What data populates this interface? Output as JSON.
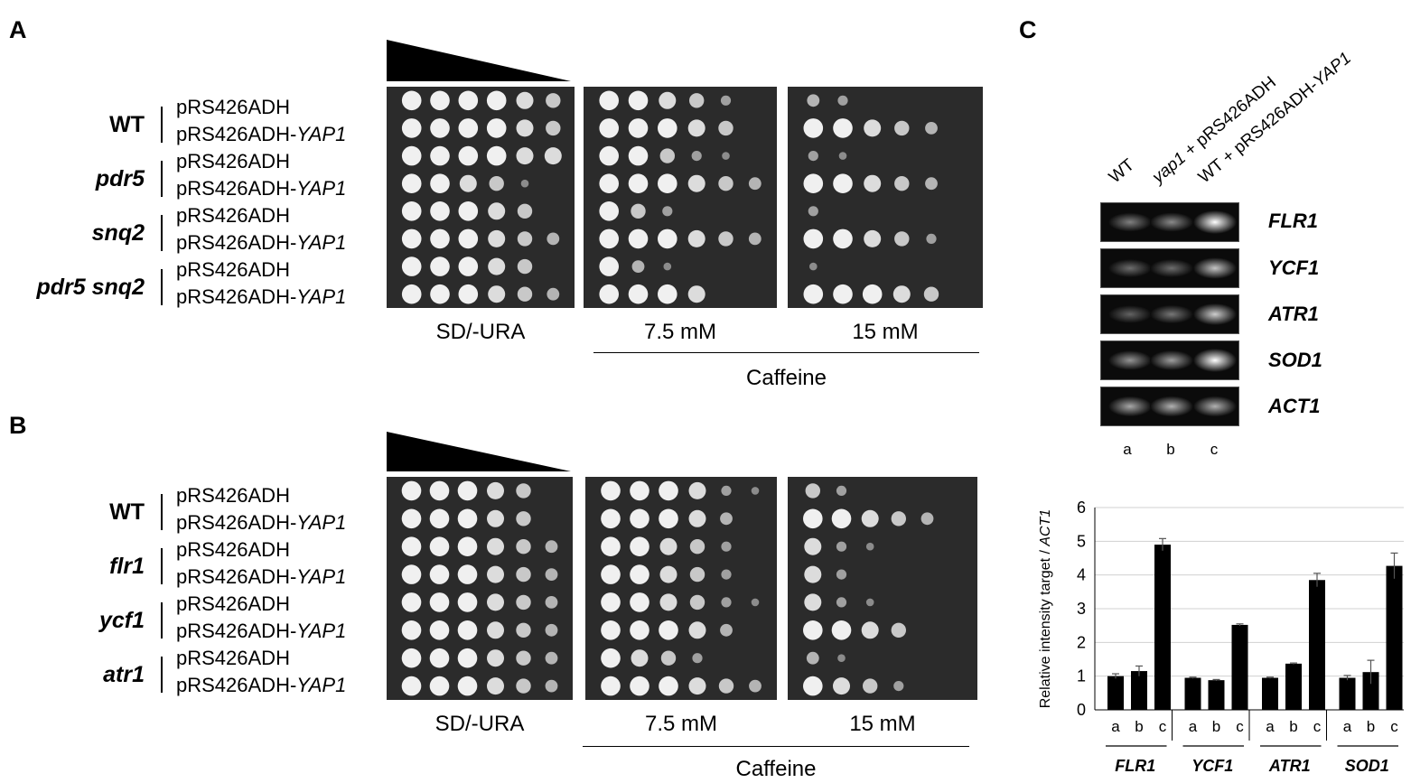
{
  "panelA": {
    "letter": "A",
    "strains": [
      {
        "name": "WT",
        "italic": false
      },
      {
        "name": "pdr5",
        "italic": true
      },
      {
        "name": "snq2",
        "italic": true
      },
      {
        "name": "pdr5 snq2",
        "italic": true
      }
    ],
    "conditions": [
      "SD/-URA",
      "7.5 mM",
      "15 mM"
    ],
    "treatment": "Caffeine"
  },
  "panelB": {
    "letter": "B",
    "strains": [
      {
        "name": "WT",
        "italic": false
      },
      {
        "name": "flr1",
        "italic": true
      },
      {
        "name": "ycf1",
        "italic": true
      },
      {
        "name": "atr1",
        "italic": true
      }
    ],
    "conditions": [
      "SD/-URA",
      "7.5 mM",
      "15 mM"
    ],
    "treatment": "Caffeine"
  },
  "plasmids": {
    "empty": "pRS426ADH",
    "yap1_prefix": "pRS426ADH-",
    "yap1_gene": "YAP1"
  },
  "panelC": {
    "letter": "C",
    "lanes": [
      {
        "label": "WT",
        "letter": "a"
      },
      {
        "label_italic": "yap1",
        "label_rest": " + pRS426ADH",
        "letter": "b"
      },
      {
        "label_prefix": "WT + pRS426ADH-",
        "label_italic": "YAP1",
        "letter": "c"
      }
    ],
    "genes": [
      "FLR1",
      "YCF1",
      "ATR1",
      "SOD1",
      "ACT1"
    ],
    "gel_band_intensity": [
      [
        0.35,
        0.4,
        1.0
      ],
      [
        0.25,
        0.25,
        0.7
      ],
      [
        0.2,
        0.3,
        0.75
      ],
      [
        0.45,
        0.5,
        1.0
      ],
      [
        0.55,
        0.6,
        0.6
      ]
    ]
  },
  "chart_data": {
    "type": "bar",
    "ylabel_prefix": "Relative intensity target / ",
    "ylabel_italic": "ACT1",
    "ylim": [
      0,
      6
    ],
    "yticks": [
      0,
      1,
      2,
      3,
      4,
      5,
      6
    ],
    "grid": true,
    "groups": [
      "FLR1",
      "YCF1",
      "ATR1",
      "SOD1"
    ],
    "subcategories": [
      "a",
      "b",
      "c"
    ],
    "values": [
      [
        1.0,
        1.15,
        4.9
      ],
      [
        0.95,
        0.88,
        2.52
      ],
      [
        0.95,
        1.37,
        3.85
      ],
      [
        0.95,
        1.12,
        4.27
      ]
    ],
    "errors": [
      [
        0.07,
        0.15,
        0.18
      ],
      [
        0.02,
        0.02,
        0.03
      ],
      [
        0.02,
        0.02,
        0.2
      ],
      [
        0.07,
        0.35,
        0.38
      ]
    ],
    "bar_color": "#000000"
  }
}
